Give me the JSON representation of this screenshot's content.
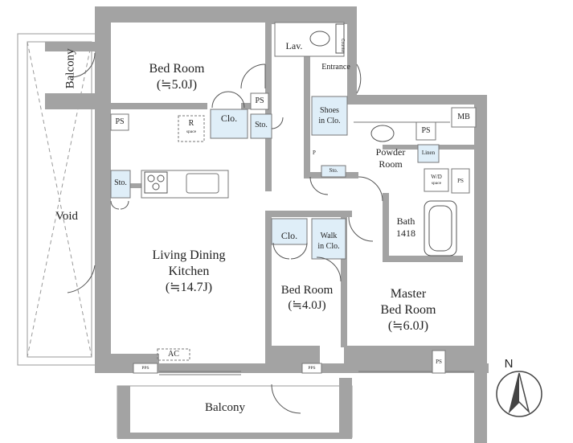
{
  "rooms": {
    "bedroom_1": {
      "name": "Bed Room",
      "size": "(≒5.0J)"
    },
    "ldk": {
      "name_line1": "Living Dining",
      "name_line2": "Kitchen",
      "size": "(≒14.7J)"
    },
    "bedroom_2": {
      "name": "Bed Room",
      "size": "(≒4.0J)"
    },
    "master": {
      "name_line1": "Master",
      "name_line2": "Bed Room",
      "size": "(≒6.0J)"
    },
    "balcony_west": "Balcony",
    "balcony_south": "Balcony",
    "void": "Void",
    "lavatory": "Lav.",
    "entrance": "Entrance",
    "shoes_closet": {
      "line1": "Shoes",
      "line2": "in Clo."
    },
    "powder_room": {
      "line1": "Powder",
      "line2": "Room"
    },
    "bath": {
      "line1": "Bath",
      "line2": "1418"
    },
    "walk_in_closet": {
      "line1": "Walk",
      "line2": "in Clo."
    },
    "closet_1": "Clo.",
    "closet_2": "Clo.",
    "storage_1": "Sto.",
    "storage_2": "Sto.",
    "storage_3": "Sto.",
    "linen": "Linen",
    "wd": "W/D",
    "wd_space": "space",
    "r": "R",
    "r_space": "space",
    "lavatory_counter": "Counter"
  },
  "fixtures": {
    "ps": "PS",
    "mb": "MB",
    "pps": "PPS",
    "ac": "AC",
    "p": "P"
  },
  "compass": {
    "north": "N"
  },
  "colors": {
    "wall": "#a3a3a3",
    "closet": "#dfeef8",
    "line": "#555555"
  }
}
